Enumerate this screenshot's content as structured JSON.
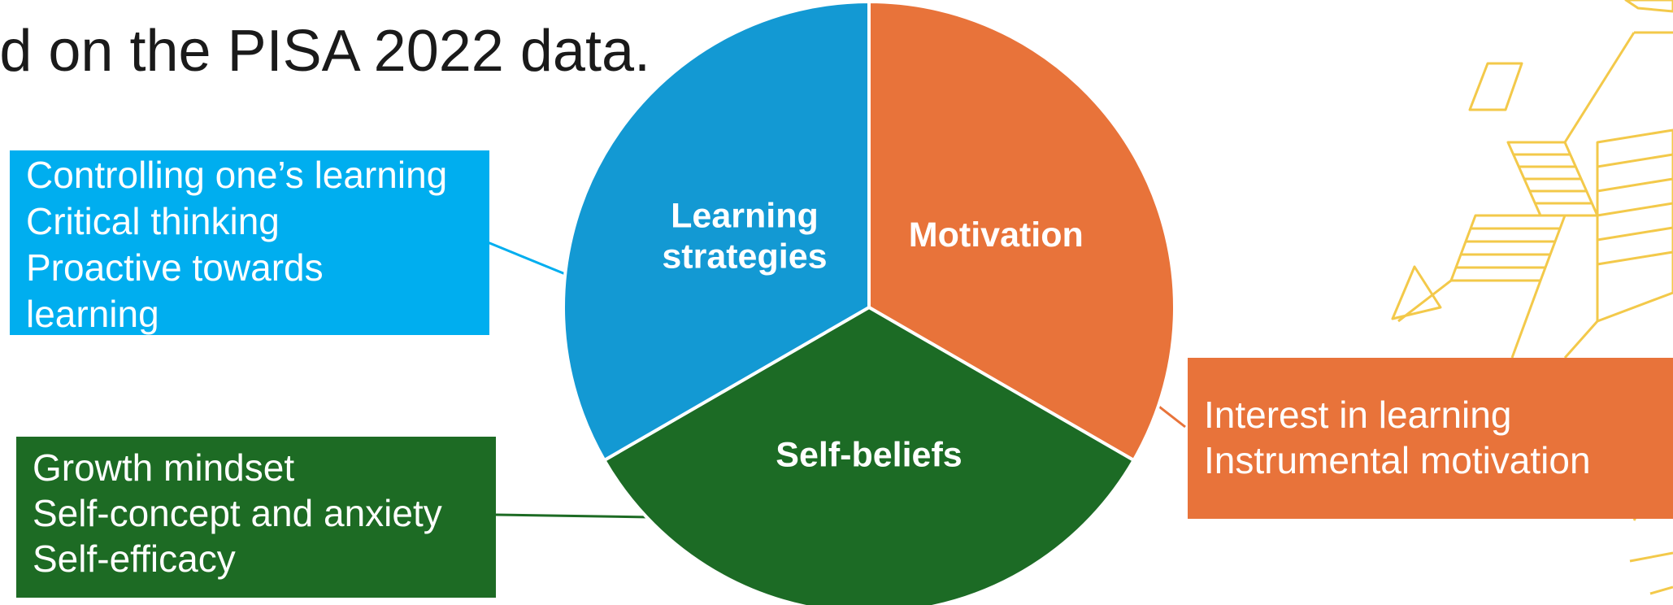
{
  "heading": {
    "text": "d on the PISA 2022 data."
  },
  "colors": {
    "learning_strategies": "#1399d3",
    "motivation": "#e8733a",
    "self_beliefs": "#1c6b25",
    "strategies_box": "#00aeef",
    "selfbeliefs_box": "#1d6b24",
    "motivation_box": "#e8733a",
    "decor_lines": "#f3c94a"
  },
  "chart_data": {
    "type": "pie",
    "categories": [
      "Learning strategies",
      "Motivation",
      "Self-beliefs"
    ],
    "values": [
      1,
      1,
      1
    ],
    "segments": [
      {
        "label_lines": [
          "Motivation"
        ]
      },
      {
        "label_lines": [
          "Self-beliefs"
        ]
      },
      {
        "label_lines": [
          "Learning",
          "strategies"
        ]
      }
    ]
  },
  "boxes": {
    "learning_strategies": {
      "items": [
        "Controlling one’s learning",
        "Critical thinking",
        "Proactive towards",
        "learning"
      ]
    },
    "self_beliefs": {
      "items": [
        "Growth mindset",
        "Self-concept and anxiety",
        "Self-efficacy"
      ]
    },
    "motivation": {
      "items": [
        "Interest in learning",
        "Instrumental motivation"
      ]
    }
  }
}
